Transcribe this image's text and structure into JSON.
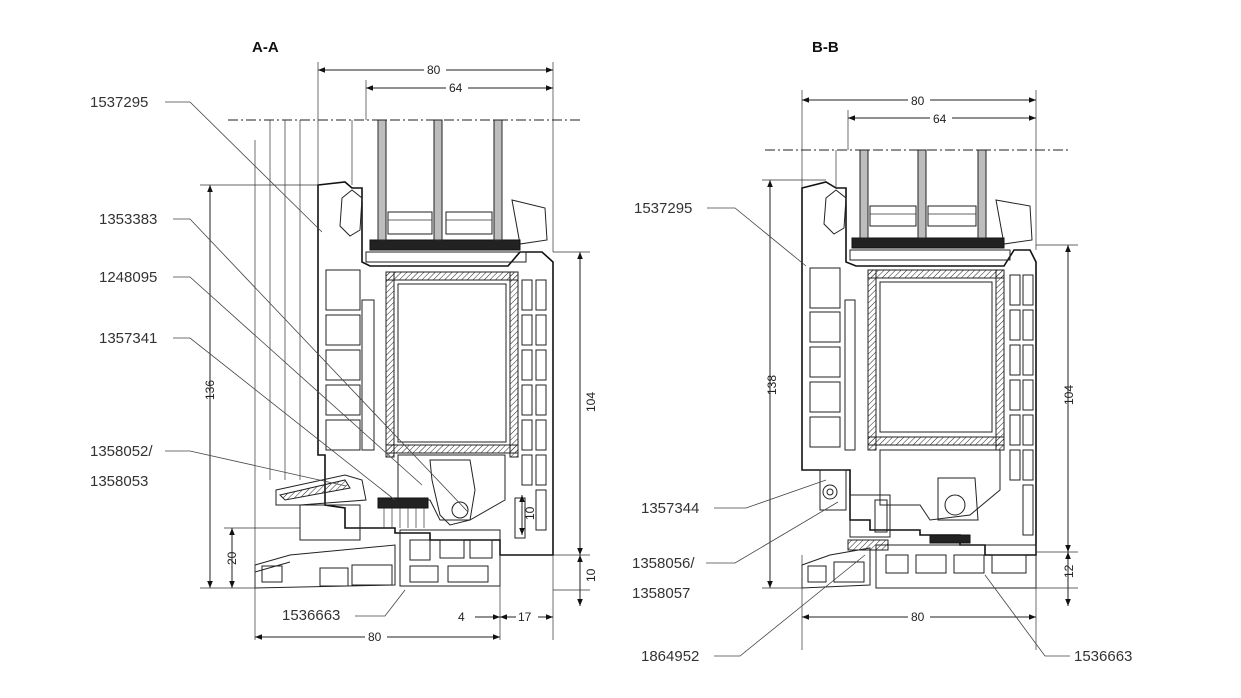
{
  "sections": [
    {
      "id": "A-A",
      "title": "A-A",
      "labels": [
        "1537295",
        "1353383",
        "1248095",
        "1357341",
        "1358052/",
        "1358053",
        "1536663"
      ],
      "dims": {
        "top_width": "80",
        "glass_width": "64",
        "height_left": "136",
        "height_right": "104",
        "small_20": "20",
        "small_10_inner": "10",
        "small_10_outer": "10",
        "bottom_4": "4",
        "bottom_17": "17",
        "bottom_width": "80"
      }
    },
    {
      "id": "B-B",
      "title": "B-B",
      "labels": [
        "1537295",
        "1357344",
        "1358056/",
        "1358057",
        "1864952",
        "1536663"
      ],
      "dims": {
        "top_width": "80",
        "glass_width": "64",
        "height_left": "138",
        "height_right": "104",
        "small_12": "12",
        "bottom_width": "80"
      }
    }
  ]
}
